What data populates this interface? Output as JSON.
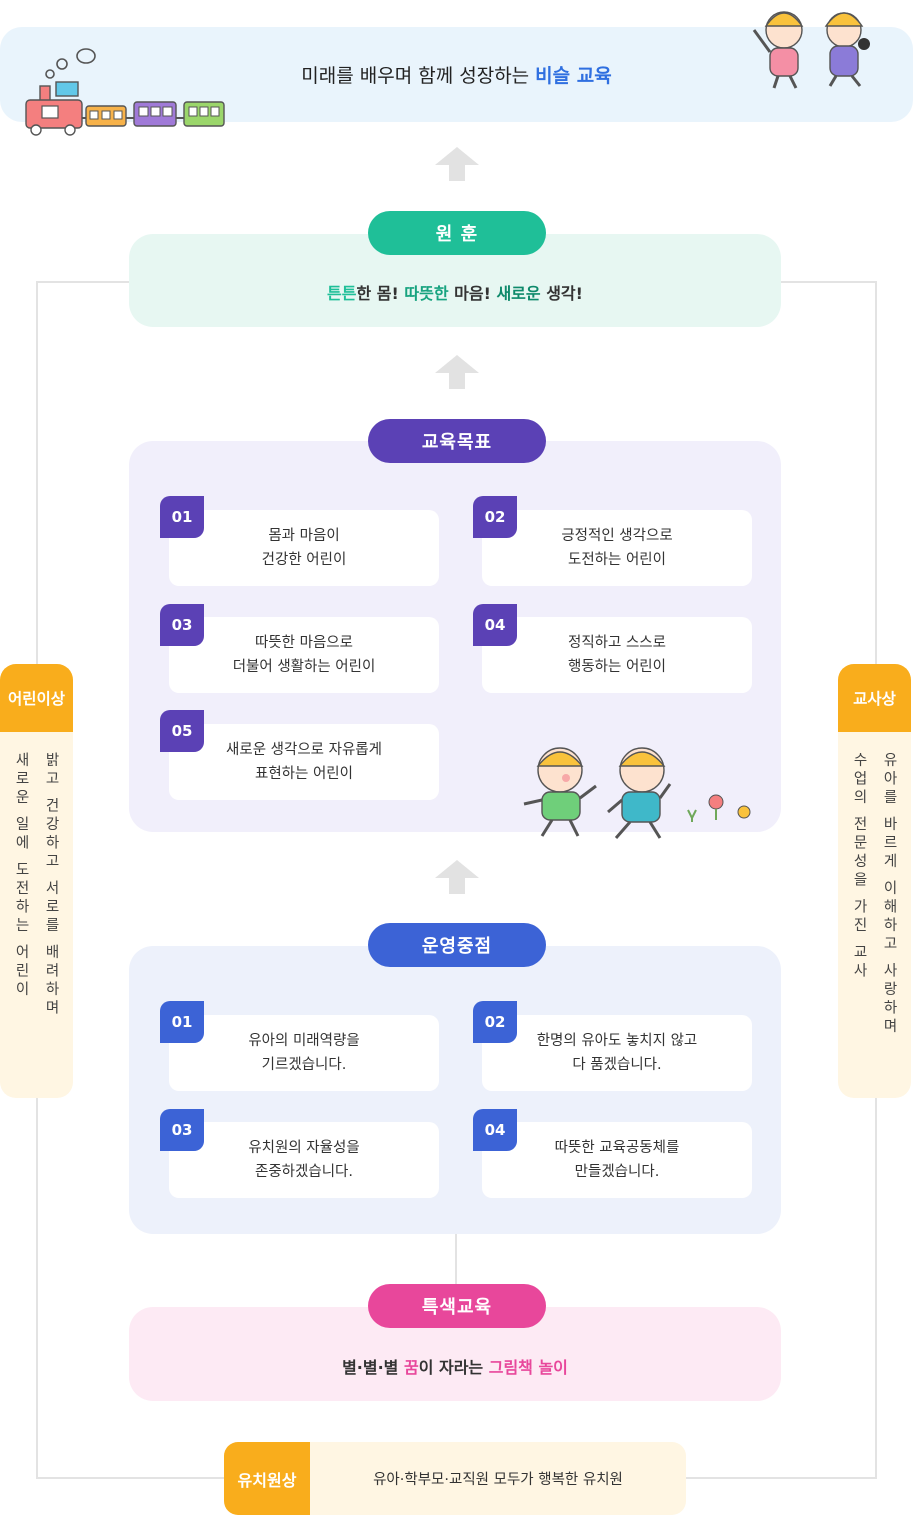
{
  "vision": {
    "main": "미래를 배우며 함께 성장하는",
    "highlight": "비슬 교육"
  },
  "motto": {
    "title": "원 훈",
    "parts": [
      "튼튼",
      "한 몸! ",
      "따뜻한",
      " 마음! ",
      "새로운",
      " 생각!"
    ]
  },
  "goals": {
    "title": "교육목표",
    "items": [
      {
        "num": "01",
        "text": "몸과 마음이\n건강한 어린이"
      },
      {
        "num": "02",
        "text": "긍정적인 생각으로\n도전하는 어린이"
      },
      {
        "num": "03",
        "text": "따뜻한 마음으로\n더불어 생활하는 어린이"
      },
      {
        "num": "04",
        "text": "정직하고 스스로\n행동하는 어린이"
      },
      {
        "num": "05",
        "text": "새로운 생각으로 자유롭게\n표현하는 어린이"
      }
    ]
  },
  "operations": {
    "title": "운영중점",
    "items": [
      {
        "num": "01",
        "text": "유아의 미래역량을\n기르겠습니다."
      },
      {
        "num": "02",
        "text": "한명의 유아도 놓치지 않고\n다 품겠습니다."
      },
      {
        "num": "03",
        "text": "유치원의 자율성을\n존중하겠습니다."
      },
      {
        "num": "04",
        "text": "따뜻한 교육공동체를\n만들겠습니다."
      }
    ]
  },
  "special": {
    "title": "특색교육",
    "parts": [
      "별·별·별 ",
      "꿈",
      "이 자라는 ",
      "그림책 놀이"
    ]
  },
  "child_ideal": {
    "title": "어린이상",
    "line1": "밝고 건강하고 서로를 배려하며",
    "line2": "새로운 일에 도전하는 어린이"
  },
  "teacher_ideal": {
    "title": "교사상",
    "line1": "유아를 바르게 이해하고 사랑하며",
    "line2": "수업의 전문성을 가진 교사"
  },
  "kindergarten_ideal": {
    "title": "유치원상",
    "text": "유아·학부모·교직원 모두가 행복한 유치원"
  },
  "colors": {
    "motto": "#1fbf98",
    "goals": "#5b41b5",
    "operations": "#3c63d6",
    "special": "#e8479b",
    "ideal": "#f9ad1c",
    "vision_highlight": "#2f6fe0"
  }
}
